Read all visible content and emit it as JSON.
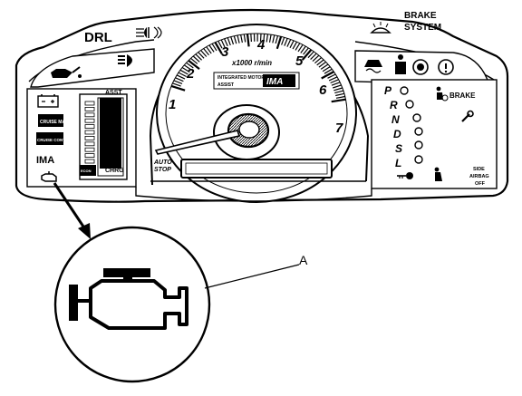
{
  "top_indicators": {
    "drl": "DRL",
    "brake_system_line1": "BRAKE",
    "brake_system_line2": "SYSTEM"
  },
  "tachometer": {
    "ticks": [
      "1",
      "2",
      "3",
      "4",
      "5",
      "6",
      "7"
    ],
    "scale_label": "x1000 r/min",
    "badge_line1": "INTEGRATED MOTOR",
    "badge_line2": "ASSIST",
    "badge_text": "IMA",
    "auto_stop_line1": "AUTO",
    "auto_stop_line2": "STOP"
  },
  "left_panel": {
    "asst": "ASST",
    "chrg": "CHRG",
    "ima": "IMA",
    "btn1": "CRUISE MAIN",
    "btn2": "CRUISE CONTROL",
    "btn3": "ECON"
  },
  "right_panel": {
    "gears": [
      "P",
      "R",
      "N",
      "D",
      "S",
      "L"
    ],
    "brake": "BRAKE",
    "side_airbag_line1": "SIDE",
    "side_airbag_line2": "AIRBAG",
    "side_airbag_line3": "OFF"
  },
  "callout": {
    "label": "A"
  }
}
